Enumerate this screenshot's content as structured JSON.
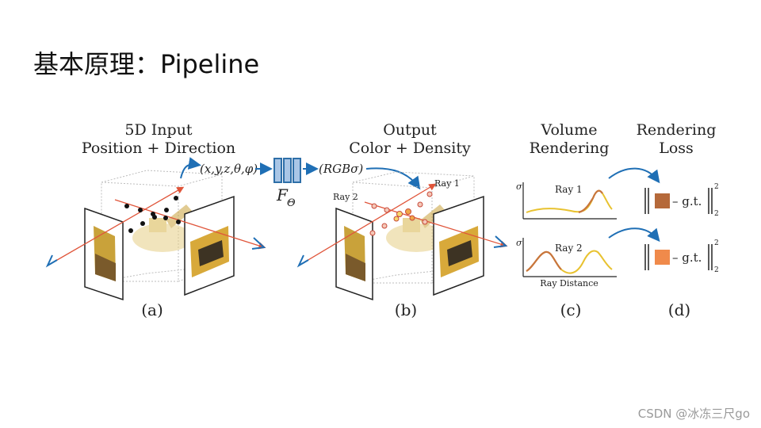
{
  "slide": {
    "title": "基本原理：Pipeline",
    "watermark": "CSDN @冰冻三尺go"
  },
  "panels": {
    "a": {
      "header_line1": "5D Input",
      "header_line2": "Position + Direction",
      "caption": "(a)",
      "input_formula": "(x,y,z,θ,φ)"
    },
    "network": {
      "label": "F",
      "subscript": "Θ"
    },
    "b": {
      "header_line1": "Output",
      "header_line2": "Color + Density",
      "caption": "(b)",
      "output_formula": "(RGBσ)",
      "ray1_label": "Ray 1",
      "ray2_label": "Ray 2"
    },
    "c": {
      "header_line1": "Volume",
      "header_line2": "Rendering",
      "caption": "(c)",
      "sigma_symbol": "σ",
      "plot1_label": "Ray 1",
      "plot2_label": "Ray 2",
      "xaxis_label": "Ray Distance"
    },
    "d": {
      "header_line1": "Rendering",
      "header_line2": "Loss",
      "caption": "(d)",
      "loss1_text": "– g.t.",
      "loss2_text": "– g.t.",
      "sup": "2",
      "sub": "2",
      "color1": "#b5693a",
      "color2": "#f08a4b"
    }
  },
  "colors": {
    "ray_red": "#e0553a",
    "arrow_blue": "#1f6fb5",
    "net_fill": "#a9c6e6",
    "net_stroke": "#2e6fa8",
    "curve_yellow": "#e8c230",
    "curve_orange": "#c8753c"
  }
}
